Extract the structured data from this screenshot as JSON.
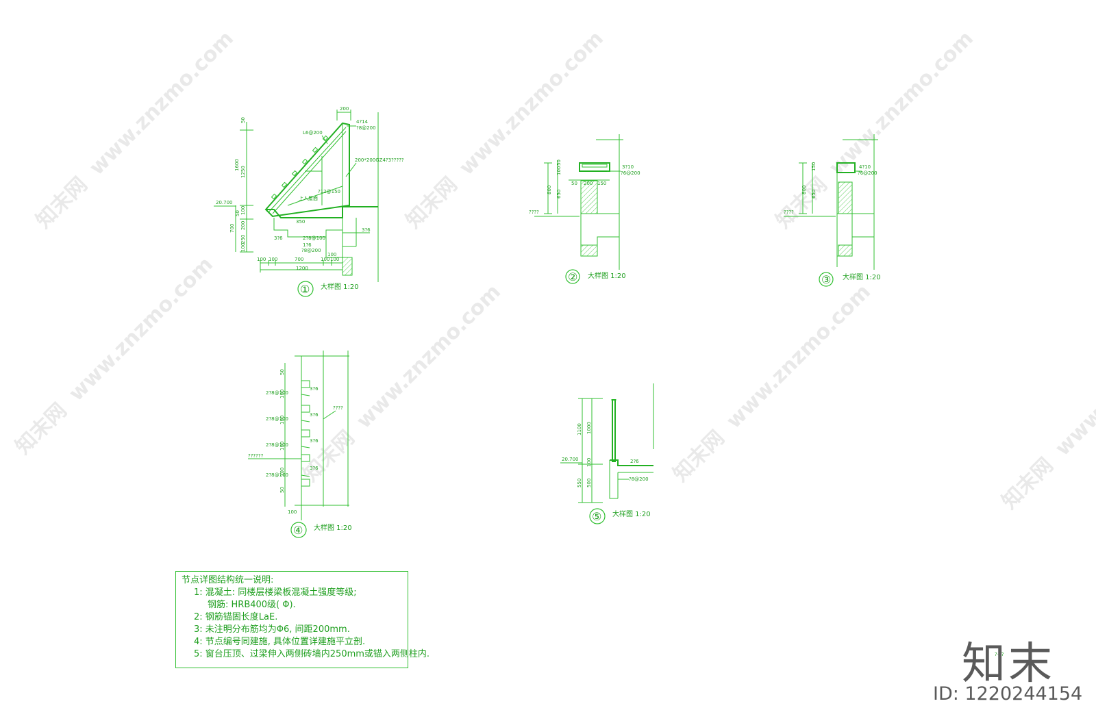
{
  "details": [
    {
      "num": "①",
      "title": "大样图  1:20"
    },
    {
      "num": "②",
      "title": "大样图  1:20"
    },
    {
      "num": "③",
      "title": "大样图  1:20"
    },
    {
      "num": "④",
      "title": "大样图  1:20"
    },
    {
      "num": "⑤",
      "title": "大样图  1:20"
    }
  ],
  "labels": {
    "d1": {
      "dim200": "200",
      "rebar_4t14": "4?14",
      "rebar_t8_200": "?8@200",
      "l6_200": "L6@200",
      "gz": "200*200GZ4?3?????",
      "t12_150": "?12@150",
      "roof": "上人屋面",
      "elev": "20.700",
      "d50": "50",
      "d1600": "1600",
      "d1250": "1250",
      "d100a": "100",
      "d50b": "50",
      "d700": "700",
      "d200": "200",
      "d250": "250",
      "d100b": "100",
      "d350": "350",
      "d3t6a": "3?6",
      "d3t6b": "3?6",
      "d2t8_100": "2?8@100",
      "d1t6": "1?6",
      "dt8_200": "?8@200",
      "d100c": "100",
      "b100a": "100",
      "b100b": "100",
      "b700": "700",
      "b100c": "100",
      "b100d": "100",
      "b1200": "1200"
    },
    "d2": {
      "rebar_3t10": "3?10",
      "rebar_t6_200": "?6@200",
      "d50": "50",
      "d100": "100",
      "d800": "800",
      "d650": "650",
      "b50": "50",
      "b200": "200",
      "b150": "150",
      "level": "????"
    },
    "d3": {
      "rebar_4t10": "4?10",
      "rebar_t6_200": "?6@200",
      "d150": "150",
      "d800": "800",
      "d650": "650",
      "level": "????"
    },
    "d4": {
      "d50": "50",
      "r1": "2?8@100",
      "r2": "2?8@100",
      "r3": "2?8@100",
      "r4": "2?8@100",
      "s1": "3?6",
      "s2": "3?6",
      "s3": "3?6",
      "s4": "3?6",
      "v100a": "100",
      "v100b": "100",
      "v100c": "100",
      "v100d": "100",
      "v50": "50",
      "b100": "100",
      "side": "????",
      "lower": "??????"
    },
    "d5": {
      "elev": "20.700",
      "d1100": "1100",
      "d1000": "1000",
      "d100": "100",
      "d550": "550",
      "d500": "500",
      "r2t6": "2?6",
      "rt8_200": "?8@200"
    }
  },
  "notes": {
    "heading": "节点详图结构统一说明:",
    "items": [
      "1: 混凝土: 同楼层楼梁板混凝土强度等级;",
      "钢筋: HRB400级( Φ).",
      "2: 钢筋锚固长度LaE.",
      "3: 未注明分布筋均为Φ6, 间距200mm.",
      "4: 节点编号同建施, 具体位置详建施平立剖.",
      "5: 窗台压顶、过梁伸入两侧砖墙内250mm或锚入两侧柱内."
    ]
  },
  "watermark": {
    "cn": "知末网",
    "url": "www.znzmo.com"
  },
  "logo": "知末",
  "stamp": "?·??",
  "id_text": "ID: 1220244154"
}
